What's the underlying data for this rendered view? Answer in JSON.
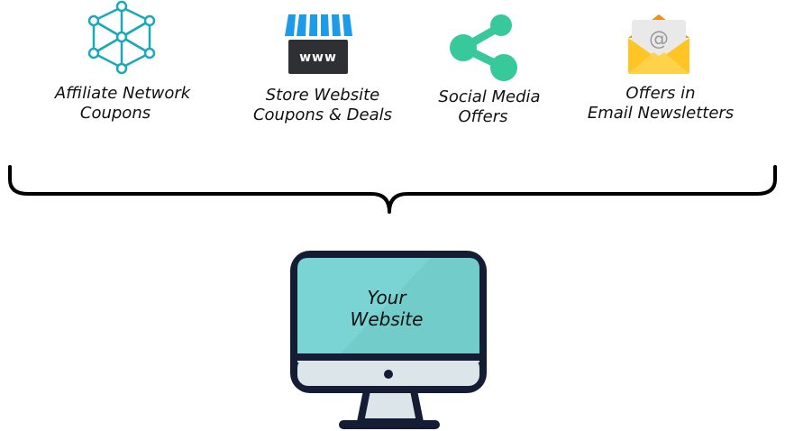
{
  "sources": [
    {
      "line1": "Affiliate Network",
      "line2": "Coupons",
      "icon": "network-icon"
    },
    {
      "line1": "Store Website",
      "line2": "Coupons & Deals",
      "icon": "www-store-icon"
    },
    {
      "line1": "Social Media",
      "line2": "Offers",
      "icon": "share-icon"
    },
    {
      "line1": "Offers in",
      "line2": "Email Newsletters",
      "icon": "email-envelope-icon"
    }
  ],
  "target": {
    "line1": "Your",
    "line2": "Website",
    "icon": "desktop-monitor-icon"
  },
  "colors": {
    "network": "#1aa9b8",
    "store_awning": "#1e9be8",
    "store_sign": "#2e3033",
    "share": "#37c99a",
    "envelope": "#ffc524",
    "envelope_flap": "#ef8d1f",
    "monitor_frame": "#141d33",
    "monitor_screen": "#79d4d3",
    "monitor_base": "#dce5ea",
    "brace": "#000000"
  }
}
